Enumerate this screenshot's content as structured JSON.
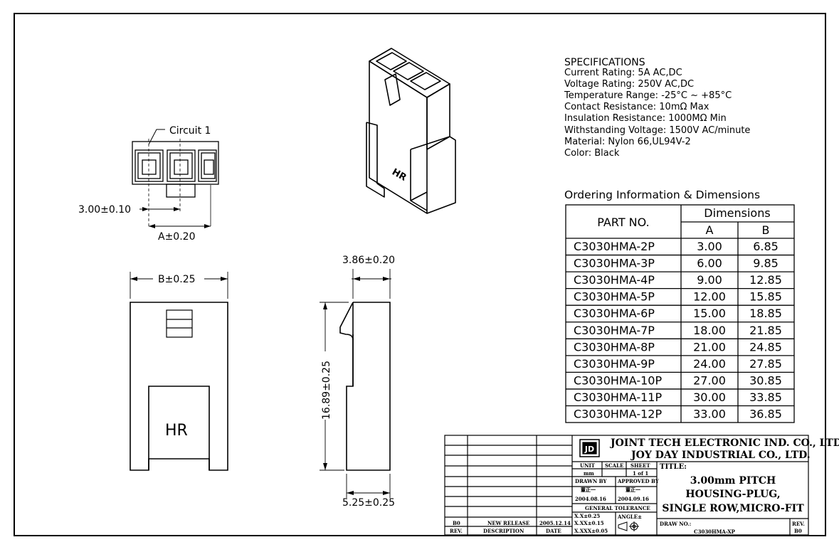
{
  "labels": {
    "circuit": "Circuit 1",
    "pitch": "3.00±0.10",
    "dim_a": "A±0.20",
    "dim_b": "B±0.25",
    "width": "3.86±0.20",
    "height": "16.89±0.25",
    "bottom": "5.25±0.25",
    "hr_iso": "HR",
    "hr_front": "HR"
  },
  "specifications": {
    "title": "SPECIFICATIONS",
    "lines": [
      "Current Rating: 5A AC,DC",
      "Voltage Rating: 250V AC,DC",
      "Temperature Range: -25°C ~ +85°C",
      "Contact Resistance: 10mΩ Max",
      "Insulation Resistance: 1000MΩ Min",
      "Withstanding Voltage: 1500V AC/minute",
      "Material: Nylon 66,UL94V-2",
      "Color: Black"
    ]
  },
  "ordering": {
    "title": "Ordering Information & Dimensions",
    "headers": {
      "part": "PART NO.",
      "dims": "Dimensions",
      "a": "A",
      "b": "B"
    },
    "rows": [
      [
        "C3030HMA-2P",
        "3.00",
        "6.85"
      ],
      [
        "C3030HMA-3P",
        "6.00",
        "9.85"
      ],
      [
        "C3030HMA-4P",
        "9.00",
        "12.85"
      ],
      [
        "C3030HMA-5P",
        "12.00",
        "15.85"
      ],
      [
        "C3030HMA-6P",
        "15.00",
        "18.85"
      ],
      [
        "C3030HMA-7P",
        "18.00",
        "21.85"
      ],
      [
        "C3030HMA-8P",
        "21.00",
        "24.85"
      ],
      [
        "C3030HMA-9P",
        "24.00",
        "27.85"
      ],
      [
        "C3030HMA-10P",
        "27.00",
        "30.85"
      ],
      [
        "C3030HMA-11P",
        "30.00",
        "33.85"
      ],
      [
        "C3030HMA-12P",
        "33.00",
        "36.85"
      ]
    ]
  },
  "title_block": {
    "company1": "JOINT TECH ELECTRONIC IND. CO., LTD.",
    "company2": "JOY DAY INDUSTRIAL CO., LTD.",
    "unit_label": "UNIT",
    "unit_value": "mm",
    "scale_label": "SCALE",
    "sheet_label": "SHEET",
    "sheet_value": "1 of 1",
    "drawn_by_label": "DRAWN BY",
    "drawn_by": "董正一",
    "drawn_date": "2004.08.16",
    "approved_by_label": "APPROVED BY",
    "approved_by": "董正一",
    "approved_date": "2004.09.16",
    "general_tolerance": "GENERAL TOLERANCE",
    "tol1": "X.X±0.25",
    "tol2": "X.XX±0.15",
    "tol3": "X.XXX±0.05",
    "angle_label": "ANGLE±",
    "title_label": "TITLE:",
    "title_line1": "3.00mm PITCH",
    "title_line2": "HOUSING-PLUG,",
    "title_line3": "SINGLE ROW,MICRO-FIT",
    "draw_no_label": "DRAW NO.:",
    "draw_no": "C3030HMA-XP",
    "rev_label": "REV.",
    "rev_value": "B0",
    "revision": {
      "rev": "B0",
      "description": "NEW RELEASE",
      "date": "2005.12.14"
    },
    "rev_col": "REV.",
    "desc_col": "DESCRIPTION",
    "date_col": "DATE"
  }
}
